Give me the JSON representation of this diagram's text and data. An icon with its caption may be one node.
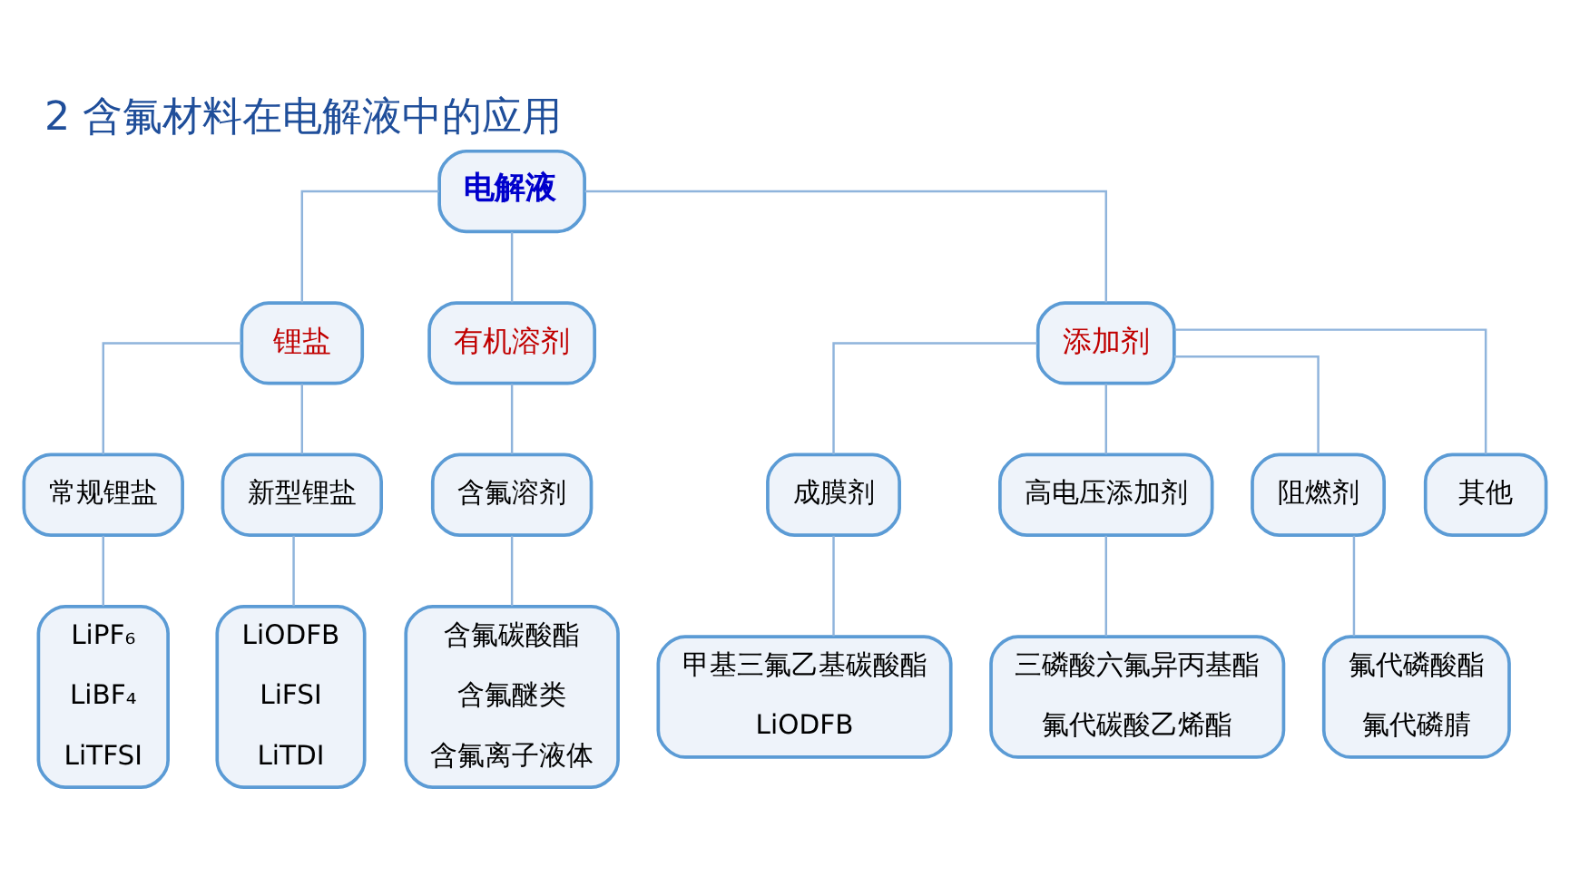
{
  "diagram": {
    "title": "2 含氟材料在电解液中的应用",
    "nodes": [
      {
        "text": [
          "电解液"
        ]
      },
      {
        "text": [
          "锂盐"
        ]
      },
      {
        "text": [
          "有机溶剂"
        ]
      },
      {
        "text": [
          "添加剂"
        ]
      },
      {
        "text": [
          "常规锂盐"
        ]
      },
      {
        "text": [
          "新型锂盐"
        ]
      },
      {
        "text": [
          "含氟溶剂"
        ]
      },
      {
        "text": [
          "成膜剂"
        ]
      },
      {
        "text": [
          "高电压添加剂"
        ]
      },
      {
        "text": [
          "阻燃剂"
        ]
      },
      {
        "text": [
          "其他"
        ]
      },
      {
        "text": [
          "LiPF₆",
          "LiBF₄",
          "LiTFSI"
        ]
      },
      {
        "text": [
          "LiODFB",
          "LiFSI",
          "LiTDI"
        ]
      },
      {
        "text": [
          "含氟碳酸酯",
          "含氟醚类",
          "含氟离子液体"
        ]
      },
      {
        "text": [
          "甲基三氟乙基碳酸酯",
          "LiODFB"
        ]
      },
      {
        "text": [
          "三磷酸六氟异丙基酯",
          "氟代碳酸乙烯酯"
        ]
      },
      {
        "text": [
          "氟代磷酸酯",
          "氟代磷腈"
        ]
      }
    ],
    "edges": [
      {
        "from": 0,
        "to": 1,
        "arrow": "none"
      },
      {
        "from": 0,
        "to": 2,
        "arrow": "none"
      },
      {
        "from": 0,
        "to": 3,
        "arrow": "none"
      },
      {
        "from": 1,
        "to": 4,
        "arrow": "none"
      },
      {
        "from": 1,
        "to": 5,
        "arrow": "none"
      },
      {
        "from": 2,
        "to": 6,
        "arrow": "none"
      },
      {
        "from": 3,
        "to": 7,
        "arrow": "none"
      },
      {
        "from": 3,
        "to": 8,
        "arrow": "none"
      },
      {
        "from": 3,
        "to": 9,
        "arrow": "none"
      },
      {
        "from": 3,
        "to": 10,
        "arrow": "none"
      },
      {
        "from": 4,
        "to": 11,
        "arrow": "none"
      },
      {
        "from": 5,
        "to": 12,
        "arrow": "none"
      },
      {
        "from": 6,
        "to": 13,
        "arrow": "none"
      },
      {
        "from": 7,
        "to": 14,
        "arrow": "none"
      },
      {
        "from": 8,
        "to": 15,
        "arrow": "none"
      },
      {
        "from": 9,
        "to": 16,
        "arrow": "none"
      }
    ]
  }
}
